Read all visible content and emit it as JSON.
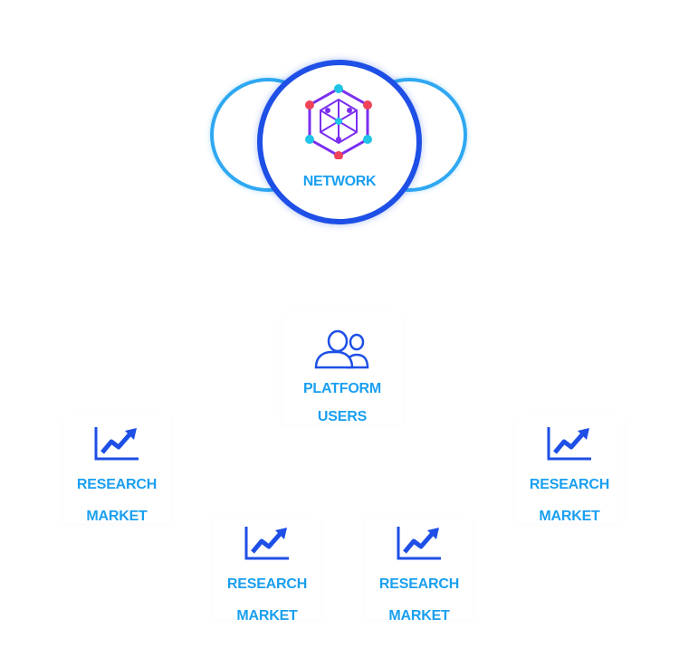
{
  "hub": {
    "label": "NETWORK",
    "icon": "network-hexagon-icon",
    "colors": {
      "hub_ring": "#1e4fe6",
      "side_rings": "#2fa8f2",
      "hex": "#7b2ff0",
      "node_cyan": "#1fc4e6",
      "node_red": "#f0435a",
      "label": "#1a9ff0"
    }
  },
  "platform_users": {
    "label_line1": "PLATFORM",
    "label_line2": "USERS",
    "icon": "users-icon"
  },
  "markets": [
    {
      "label_line1": "RESEARCH",
      "label_line2": "MARKET",
      "icon": "trend-chart-icon"
    },
    {
      "label_line1": "RESEARCH",
      "label_line2": "MARKET",
      "icon": "trend-chart-icon"
    },
    {
      "label_line1": "RESEARCH",
      "label_line2": "MARKET",
      "icon": "trend-chart-icon"
    },
    {
      "label_line1": "RESEARCH",
      "label_line2": "MARKET",
      "icon": "trend-chart-icon"
    }
  ]
}
